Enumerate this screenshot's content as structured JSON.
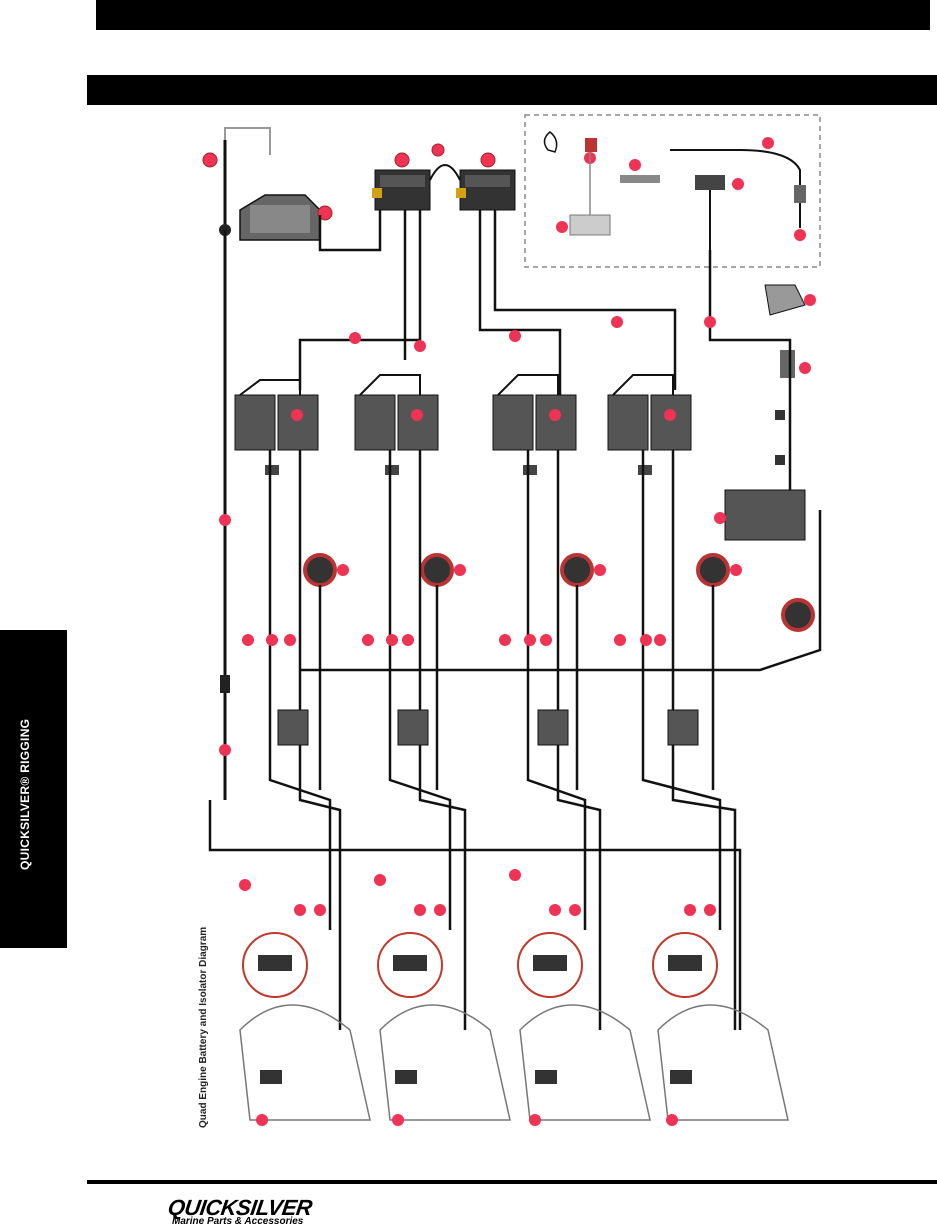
{
  "page": {
    "section_tab": "QUICKSILVER® RIGGING"
  },
  "figure": {
    "caption": "Quad Engine Battery and Isolator Diagram"
  },
  "footer": {
    "brand": "QUICKSILVER",
    "tagline": "Marine Parts & Accessories"
  },
  "diagram": {
    "batteries_per_engine": 2,
    "engine_count": 4,
    "auxiliary_battery_count": 1,
    "accent_color": "#c0392b",
    "wire_color": "#111111",
    "battery_color": "#555555"
  }
}
